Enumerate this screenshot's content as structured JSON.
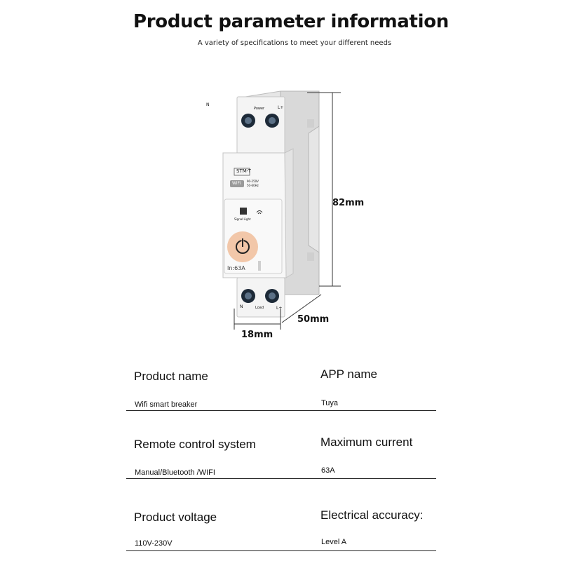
{
  "header": {
    "title": "Product parameter information",
    "subtitle": "A variety of specifications to meet your different needs"
  },
  "device": {
    "top_labels": {
      "n": "N",
      "power": "Power",
      "l": "L+"
    },
    "bottom_labels": {
      "n": "N",
      "load": "Load",
      "l": "L+"
    },
    "model": "STM-T",
    "wifi_badge": "WiFi",
    "rating_text_1": "90-250V",
    "rating_text_2": "50-60Hz",
    "signal_light": "Signal Light",
    "current_rating": "In:63A",
    "colors": {
      "button": "#f2c7a9",
      "body": "#eeeeee"
    }
  },
  "dimensions": {
    "height": "82mm",
    "depth": "50mm",
    "width": "18mm"
  },
  "specs": {
    "product_name": {
      "label": "Product name",
      "value": "Wifi smart breaker"
    },
    "app_name": {
      "label": "APP name",
      "value": "Tuya"
    },
    "remote_control": {
      "label": "Remote control system",
      "value": "Manual/Bluetooth /WIFI"
    },
    "max_current": {
      "label": "Maximum current",
      "value": "63A"
    },
    "voltage": {
      "label": "Product voltage",
      "value": "110V-230V"
    },
    "accuracy": {
      "label": "Electrical accuracy:",
      "value": "Level A"
    }
  }
}
